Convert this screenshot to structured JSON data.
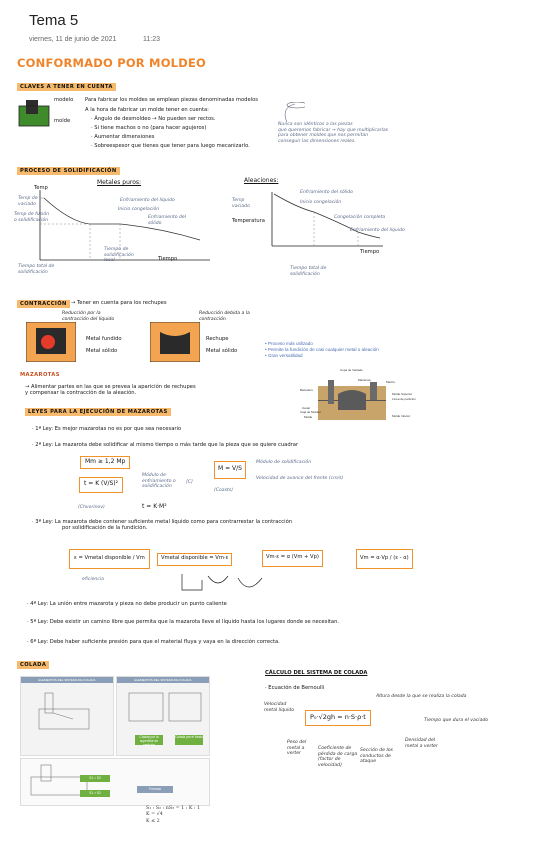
{
  "header": {
    "title": "Tema 5",
    "date": "viernes, 11 de junio de 2021",
    "time": "11:23"
  },
  "main_title": "CONFORMADO POR MOLDEO",
  "claves": {
    "heading": "CLAVES A TENER EN CUENTA",
    "label_modelo": "modelo",
    "label_molde": "molde",
    "lines": [
      "Para fabricar los moldes se emplean piezas denominadas modelos",
      "A la hora de fabricar un molde tener en cuenta:",
      "· Ángulo de desmoldeo → No pueden ser rectos.",
      "· Si tiene machos o no (para hacer agujeros)",
      "· Aumentar dimensiones",
      "· Sobreespesor que tienes que tener para luego mecanizarlo."
    ],
    "note": [
      "Nunca son idénticos a las piezas",
      "que queremos fabricar → hay que multiplicarlas",
      "para obtener moldes que nos permitan",
      "conseguir las dimensiones reales."
    ]
  },
  "proceso": {
    "heading": "PROCESO DE SOLIDIFICACIÓN",
    "pure": {
      "title": "Metales puros:",
      "ylabel": "Temp",
      "xlabel": "Tiempo",
      "notes": [
        "Temp de vaciado",
        "Temp de fusión o solidificación",
        "Enfriamiento del líquido",
        "Inicio congelación",
        "Enfriamiento del sólido",
        "Tiempo de solidificación local",
        "Tiempo total de solidificación"
      ]
    },
    "alloy": {
      "title": "Aleaciones:",
      "ylabel": "Temperatura",
      "xlabel": "Tiempo",
      "notes": [
        "Temp vaciado",
        "Enfriamiento del sólido",
        "Inicio congelación",
        "Congelación completa",
        "Enfriamiento del líquido",
        "Tiempo total de solidificación"
      ]
    }
  },
  "contraccion": {
    "heading": "CONTRACCIÓN",
    "intro": "→ Tener en cuenta para los rechupes",
    "notes": [
      "Reducción por la contracción del líquido",
      "Metal fundido",
      "Metal sólido",
      "Reducción debida a la contracción",
      "Rechupe",
      "Metal sólido"
    ],
    "bullets": [
      "Proceso más utilizado",
      "Permite la fundición de casi cualquier metal o aleación",
      "Gran versatilidad"
    ],
    "diagram_labels": [
      "Copa de Vaciado",
      "Mazarota",
      "Macho",
      "Molde Superior",
      "Línea de partición",
      "Bebedero",
      "Canal",
      "Caja de Moldeo",
      "Molde",
      "Molde Inferior"
    ]
  },
  "mazarotas": {
    "heading": "MAZAROTAS",
    "intro": [
      "→ Alimentar partes en las que se prevea la aparición de rechupes",
      "y compensar la contracción de la aleación."
    ],
    "leyes_heading": "LEYES PARA LA EJECUCIÓN DE MAZAROTAS",
    "ley1": "· 1ª Ley: Es mejor mazarotas no es por que sea necesario",
    "ley2": "· 2ª Ley: La mazarota debe solidificar al mismo tiempo o más tarde que la pieza que se quiere cuadrar",
    "f1": "Mm ≥ 1,2 Mp",
    "f2": "t = K (V/S)²",
    "f3": "M = V/S",
    "f4": "t = K·M²",
    "f_notes": [
      "Módulo de enfriamiento o solidificación",
      "[C]",
      "(Chvorinov)",
      "(Coasts)",
      "Módulo de solidificación",
      "Velocidad de avance del frente (cm/s)"
    ],
    "ley3": [
      "· 3ª Ley: La mazarota debe contener suficiente metal líquido como para contrarrestar la contracción",
      "por solidificación de la fundición."
    ],
    "f5": "ε = Vmetal disponible / Vm",
    "f6": "Vmetal disponible = Vm·ε",
    "f7": "Vm·ε = α (Vm + Vp)",
    "f8": "Vm = α·Vp / (ε - α)",
    "eficiencia": "eficiencia",
    "ley4": "· 4ª Ley: La unión entre mazarota y pieza no debe producir un punto caliente",
    "ley5": "· 5ª Ley: Debe existir un camino libre que permita que la mazarota lleve el líquido hasta los lugares donde se necesitan.",
    "ley6": "· 6ª Ley: Debe haber suficiente presión para que el material fluya y vaya en la dirección correcta."
  },
  "colada": {
    "heading": "COLADA",
    "box1_head": "ELEMENTOS DEL SISTEMA DE COLADA",
    "box2_head": "ELEMENTOS DEL SISTEMA DE COLADA",
    "btn1": "Colada por la superficie de partición",
    "btn2": "Colada por el fondo",
    "bottom_labels": [
      "S1 = S2",
      "S1 > S2",
      "Fórmula"
    ],
    "eqs": [
      "S₁ : S₂ : nS₃ = 1 : K : 1",
      "K = √4",
      "K ≤ 2"
    ],
    "calc_heading": "CÁLCULO DEL SISTEMA DE COLADA",
    "bernoulli": "· Ecuación de Bernoulli",
    "eq": "P₀·√2gh = n·S·ρ·t",
    "notes": [
      "Velocidad metal líquido",
      "Altura desde la que se realiza la colada",
      "Tiempo que dura el vaciado",
      "Peso del metal a verter",
      "Coeficiente de pérdida de carga (factor de velocidad)",
      "Sección de los conductos de ataque",
      "Densidad del metal a verter"
    ]
  }
}
